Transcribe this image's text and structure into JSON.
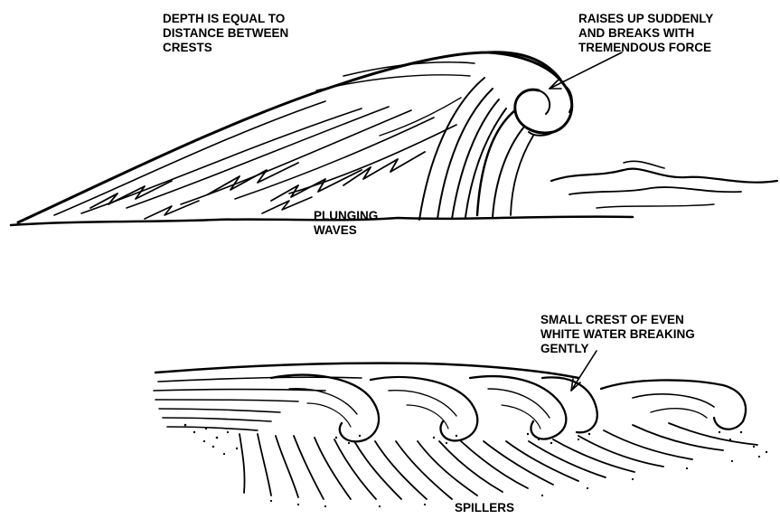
{
  "labels": {
    "depth": [
      "DEPTH IS EQUAL TO",
      "DISTANCE BETWEEN",
      "CRESTS"
    ],
    "raises": [
      "RAISES UP SUDDENLY",
      "AND BREAKS WITH",
      "TREMENDOUS FORCE"
    ],
    "plunging": [
      "PLUNGING",
      "WAVES"
    ],
    "small_crest": [
      "SMALL CREST OF EVEN",
      "WHITE WATER BREAKING",
      "GENTLY"
    ],
    "spillers": [
      "SPILLERS"
    ]
  },
  "colors": {
    "ink": "#000000",
    "background": "#ffffff"
  }
}
